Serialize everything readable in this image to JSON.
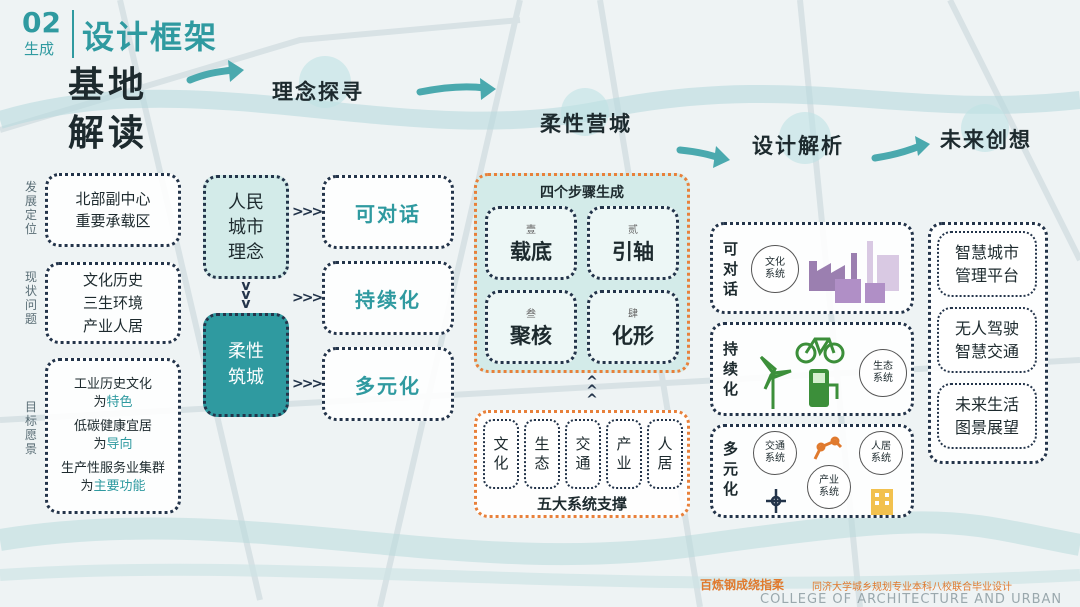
{
  "header": {
    "num": "02",
    "sub": "生成",
    "title": "设计框架"
  },
  "steps": {
    "s1": "基地\n解读",
    "s2": "理念探寻",
    "s3": "柔性营城",
    "s4": "设计解析",
    "s5": "未来创想"
  },
  "site": {
    "labels": [
      "发展定位",
      "现状问题",
      "目标愿景"
    ],
    "box1": "北部副中心\n重要承载区",
    "box2": "文化历史\n三生环境\n产业人居",
    "goals": [
      {
        "a": "工业历史文化",
        "b": "为",
        "c": "特色"
      },
      {
        "a": "低碳健康宜居",
        "b": "为",
        "c": "导向"
      },
      {
        "a": "生产性服务业集群",
        "b": "为",
        "c": "主要功能"
      }
    ]
  },
  "concept": {
    "people": "人民\n城市\n理念",
    "flex": "柔性\n筑城",
    "items": [
      "可对话",
      "持续化",
      "多元化"
    ],
    "arrow": ">>>",
    "down": "vvv"
  },
  "steps4": {
    "title": "四个步骤生成",
    "items": [
      {
        "num": "壹",
        "label": "载底"
      },
      {
        "num": "贰",
        "label": "引轴"
      },
      {
        "num": "叁",
        "label": "聚核"
      },
      {
        "num": "肆",
        "label": "化形"
      }
    ]
  },
  "systems": {
    "title": "五大系统支撑",
    "items": [
      "文化",
      "生态",
      "交通",
      "产业",
      "人居"
    ],
    "up": "^^^"
  },
  "analysis": [
    {
      "label": "可\n对\n话",
      "circles": [
        "文化\n系统"
      ]
    },
    {
      "label": "持\n续\n化",
      "circles": [
        "生态\n系统"
      ]
    },
    {
      "label": "多\n元\n化",
      "circles": [
        "交通\n系统",
        "产业\n系统",
        "人居\n系统"
      ]
    }
  ],
  "future": [
    "智慧城市\n管理平台",
    "无人驾驶\n智慧交通",
    "未来生活\n图景展望"
  ],
  "footer": {
    "slogan": "百炼钢成绕指柔",
    "school": "同济大学城乡规划专业本科八校联合毕业设计",
    "college": "COLLEGE OF ARCHITECTURE AND URBAN"
  },
  "colors": {
    "teal": "#2f9aa0",
    "orange": "#e07a2e",
    "navy": "#23344a"
  }
}
